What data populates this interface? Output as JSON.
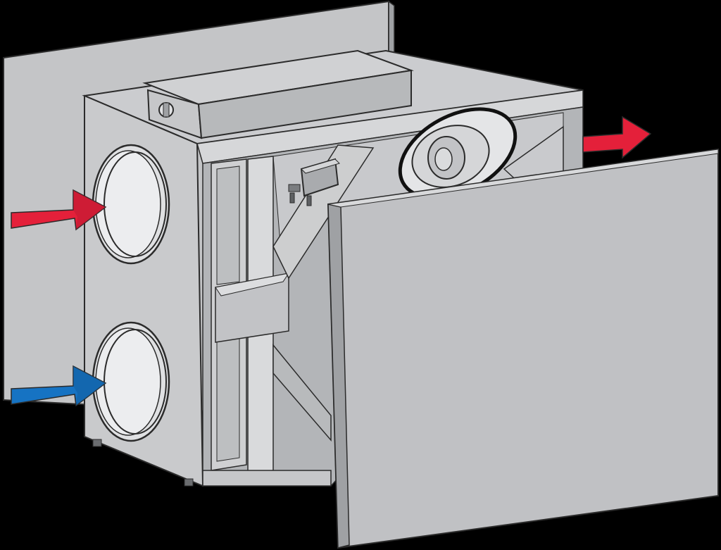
{
  "colors": {
    "background": "#000000",
    "panel": "#bfc0c2",
    "panel_light": "#d3d4d6",
    "panel_dark": "#9fa1a4",
    "outline": "#2b2b2b",
    "arrow_warm": "#e4203a",
    "arrow_cold": "#1673c3"
  },
  "arrows": [
    {
      "id": "supply-in-warm",
      "color": "arrow_warm",
      "direction": "right"
    },
    {
      "id": "outdoor-in-cold",
      "color": "arrow_cold",
      "direction": "right"
    },
    {
      "id": "exhaust-out-warm",
      "color": "arrow_warm",
      "direction": "right"
    }
  ],
  "components": [
    "wall-plate",
    "unit-housing",
    "top-control-box",
    "upper-duct-connector",
    "lower-duct-connector",
    "fan-motor",
    "bypass-damper-actuator",
    "heat-exchanger-frame",
    "front-cover-panel"
  ]
}
